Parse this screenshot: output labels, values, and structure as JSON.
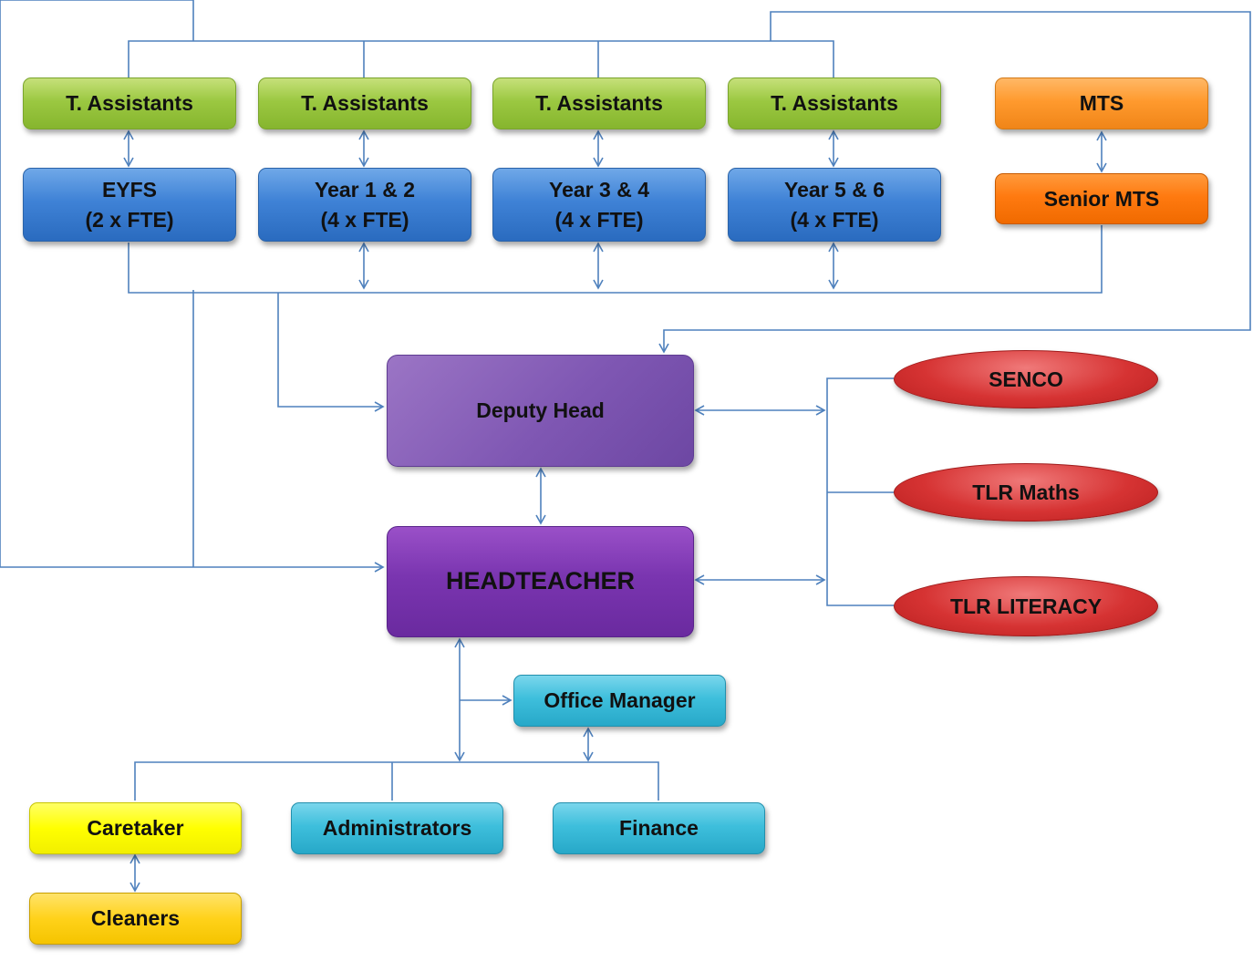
{
  "colors": {
    "connector": "#4f81bd",
    "green": "#9bc841",
    "blue": "#3f82d6",
    "orange": "#ff9a2e",
    "orange_dark": "#ff7a10",
    "purple_light": "#7f57b3",
    "purple_dark": "#7a35b0",
    "red": "#d63333",
    "cyan": "#3ebfdc",
    "yellow": "#ffff00",
    "gold": "#ffd21a"
  },
  "nodes": {
    "ta_1": "T. Assistants",
    "ta_2": "T. Assistants",
    "ta_3": "T. Assistants",
    "ta_4": "T. Assistants",
    "mts": "MTS",
    "eyfs": {
      "line1": "EYFS",
      "line2": "(2 x FTE)"
    },
    "year12": {
      "line1": "Year 1 & 2",
      "line2": "(4 x FTE)"
    },
    "year34": {
      "line1": "Year 3 & 4",
      "line2": "(4 x FTE)"
    },
    "year56": {
      "line1": "Year 5 & 6",
      "line2": "(4 x FTE)"
    },
    "senior_mts": "Senior MTS",
    "deputy_head": "Deputy Head",
    "headteacher": "HEADTEACHER",
    "senco": "SENCO",
    "tlr_maths": "TLR Maths",
    "tlr_literacy": "TLR LITERACY",
    "office_manager": "Office Manager",
    "caretaker": "Caretaker",
    "administrators": "Administrators",
    "finance": "Finance",
    "cleaners": "Cleaners"
  }
}
